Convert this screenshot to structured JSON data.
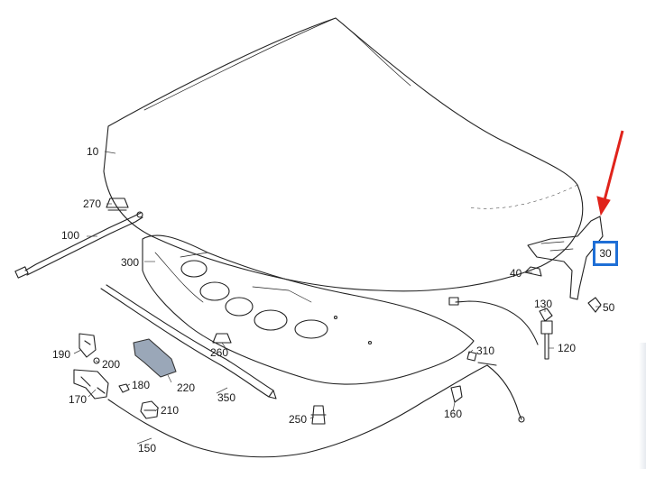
{
  "diagram": {
    "labels": {
      "hood": "10",
      "hinge": "30",
      "bumper_40": "40",
      "bumper_50": "50",
      "strut": "100",
      "clip_120": "120",
      "clip_130": "130",
      "cable": "150",
      "hose_160": "160",
      "lock_170": "170",
      "part_180": "180",
      "part_190": "190",
      "part_200": "200",
      "part_210": "210",
      "part_220": "220",
      "part_250": "250",
      "part_260": "260",
      "part_270": "270",
      "insulation": "300",
      "hose_310": "310",
      "seal": "350"
    },
    "highlight_color": "#1f6fd6",
    "arrow_color": "#e0231b"
  }
}
